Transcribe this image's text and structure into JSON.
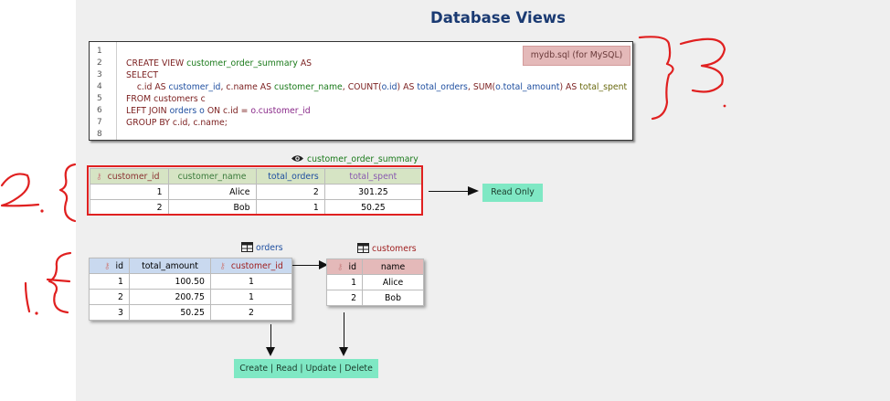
{
  "title": "Database Views",
  "code": {
    "line_numbers": [
      "1",
      "2",
      "3",
      "4",
      "5",
      "6",
      "7",
      "8"
    ],
    "lines": [
      [],
      [
        {
          "t": "CREATE VIEW ",
          "c": "kw"
        },
        {
          "t": "customer_order_summary",
          "c": "gn"
        },
        {
          "t": " AS",
          "c": "kw"
        }
      ],
      [
        {
          "t": "SELECT",
          "c": "kw"
        }
      ],
      [
        {
          "t": "    c.id AS ",
          "c": "kw"
        },
        {
          "t": "customer_id",
          "c": "bl"
        },
        {
          "t": ", c.name AS ",
          "c": "kw"
        },
        {
          "t": "customer_name",
          "c": "gn"
        },
        {
          "t": ", COUNT(",
          "c": "kw"
        },
        {
          "t": "o.id",
          "c": "bl"
        },
        {
          "t": ") AS ",
          "c": "kw"
        },
        {
          "t": "total_orders",
          "c": "bl"
        },
        {
          "t": ", SUM(",
          "c": "kw"
        },
        {
          "t": "o.total_amount",
          "c": "bl"
        },
        {
          "t": ") AS ",
          "c": "kw"
        },
        {
          "t": "total_spent",
          "c": "ol"
        }
      ],
      [
        {
          "t": "FROM customers c",
          "c": "kw"
        }
      ],
      [
        {
          "t": "LEFT JOIN ",
          "c": "kw"
        },
        {
          "t": "orders o",
          "c": "bl"
        },
        {
          "t": " ON c.id = ",
          "c": "kw"
        },
        {
          "t": "o.customer_id",
          "c": "pu"
        }
      ],
      [
        {
          "t": "GROUP BY c.id, c.name;",
          "c": "kw"
        }
      ],
      []
    ],
    "file_badge": "mydb.sql (for MySQL)"
  },
  "view": {
    "name": "customer_order_summary",
    "headers": [
      "customer_id",
      "customer_name",
      "total_orders",
      "total_spent"
    ],
    "rows": [
      [
        "1",
        "Alice",
        "2",
        "301.25"
      ],
      [
        "2",
        "Bob",
        "1",
        "50.25"
      ]
    ],
    "tag": "Read Only"
  },
  "orders": {
    "name": "orders",
    "headers": [
      "id",
      "total_amount",
      "customer_id"
    ],
    "rows": [
      [
        "1",
        "100.50",
        "1"
      ],
      [
        "2",
        "200.75",
        "1"
      ],
      [
        "3",
        "50.25",
        "2"
      ]
    ]
  },
  "customers": {
    "name": "customers",
    "headers": [
      "id",
      "name"
    ],
    "rows": [
      [
        "1",
        "Alice"
      ],
      [
        "2",
        "Bob"
      ]
    ]
  },
  "crud_tag": "Create | Read | Update | Delete",
  "annotations": {
    "one": "1.",
    "two": "2.",
    "three": "3"
  },
  "colors": {
    "title": "#1a3a72",
    "annotation_red": "#e02020",
    "tag_green": "#7fe8c4",
    "badge_pink": "#e4b9b9"
  }
}
